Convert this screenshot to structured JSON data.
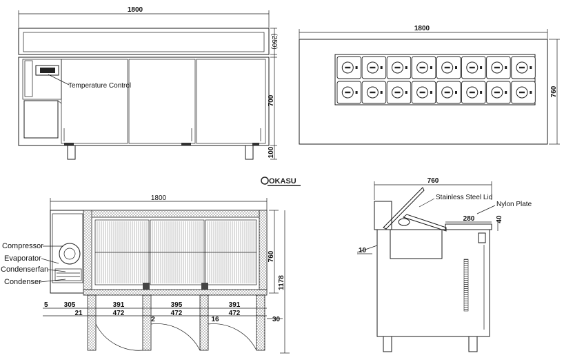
{
  "front_view": {
    "width_dim": "1800",
    "lid_dim": "(250)",
    "body_dim": "700",
    "leg_dim": "100",
    "control_label": "Temperature Control"
  },
  "top_view": {
    "width_dim": "1800",
    "depth_dim": "760",
    "pan_rows": 2,
    "pans_per_row": 8
  },
  "logo": {
    "text": "OKASU"
  },
  "plan_view": {
    "width_dim": "1800",
    "depth_dim": "760",
    "open_depth_dim": "1178",
    "labels": [
      "Compressor",
      "Evaporator",
      "Condenserfan",
      "Condenser"
    ],
    "bottom_dims_row1": [
      "5",
      "305",
      "391",
      "395",
      "391"
    ],
    "bottom_dims_row2": [
      "21",
      "472",
      "2",
      "472",
      "16",
      "472"
    ],
    "side_dim": "30"
  },
  "side_view": {
    "depth_dim": "760",
    "lid_label": "Stainless Steel Lid",
    "plate_label": "Nylon Plate",
    "plate_dim": "280",
    "plate_height_dim": "40",
    "edge_dim": "10"
  }
}
